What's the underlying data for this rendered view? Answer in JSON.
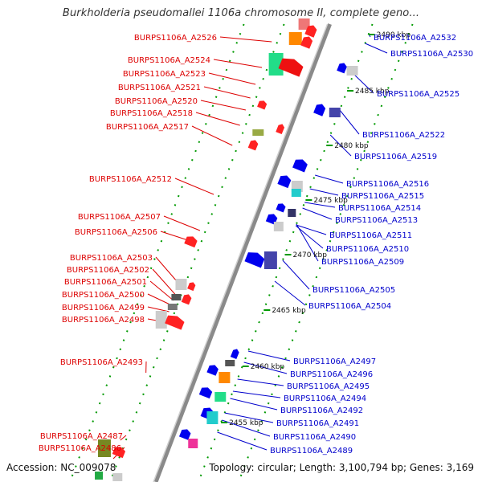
{
  "title": "Burkholderia pseudomallei 1106a chromosome II, complete geno...",
  "footer": {
    "accession": "Accession: NC_009078",
    "topology": "Topology: circular; Length: 3,100,794 bp; Genes: 3,169"
  },
  "colors": {
    "left_label": "#dd0000",
    "right_label": "#0000cc",
    "backbone": "#8a8a8a",
    "tick": "#009900"
  },
  "kbp_markers": [
    "2490 kbp",
    "2485 kbp",
    "2480 kbp",
    "2475 kbp",
    "2470 kbp",
    "2465 kbp",
    "2460 kbp",
    "2455 kbp"
  ],
  "left_genes": [
    "BURPS1106A_A2526",
    "BURPS1106A_A2524",
    "BURPS1106A_A2523",
    "BURPS1106A_A2521",
    "BURPS1106A_A2520",
    "BURPS1106A_A2518",
    "BURPS1106A_A2517",
    "BURPS1106A_A2512",
    "BURPS1106A_A2507",
    "BURPS1106A_A2506",
    "BURPS1106A_A2503",
    "BURPS1106A_A2502",
    "BURPS1106A_A2501",
    "BURPS1106A_A2500",
    "BURPS1106A_A2499",
    "BURPS1106A_A2498",
    "BURPS1106A_A2493",
    "BURPS1106A_A2487",
    "BURPS1106A_A2486"
  ],
  "right_genes": [
    "BURPS1106A_A2532",
    "BURPS1106A_A2530",
    "BURPS1106A_A2525",
    "BURPS1106A_A2522",
    "BURPS1106A_A2519",
    "BURPS1106A_A2516",
    "BURPS1106A_A2515",
    "BURPS1106A_A2514",
    "BURPS1106A_A2513",
    "BURPS1106A_A2511",
    "BURPS1106A_A2510",
    "BURPS1106A_A2509",
    "BURPS1106A_A2505",
    "BURPS1106A_A2504",
    "BURPS1106A_A2497",
    "BURPS1106A_A2496",
    "BURPS1106A_A2495",
    "BURPS1106A_A2494",
    "BURPS1106A_A2492",
    "BURPS1106A_A2491",
    "BURPS1106A_A2490",
    "BURPS1106A_A2489"
  ]
}
